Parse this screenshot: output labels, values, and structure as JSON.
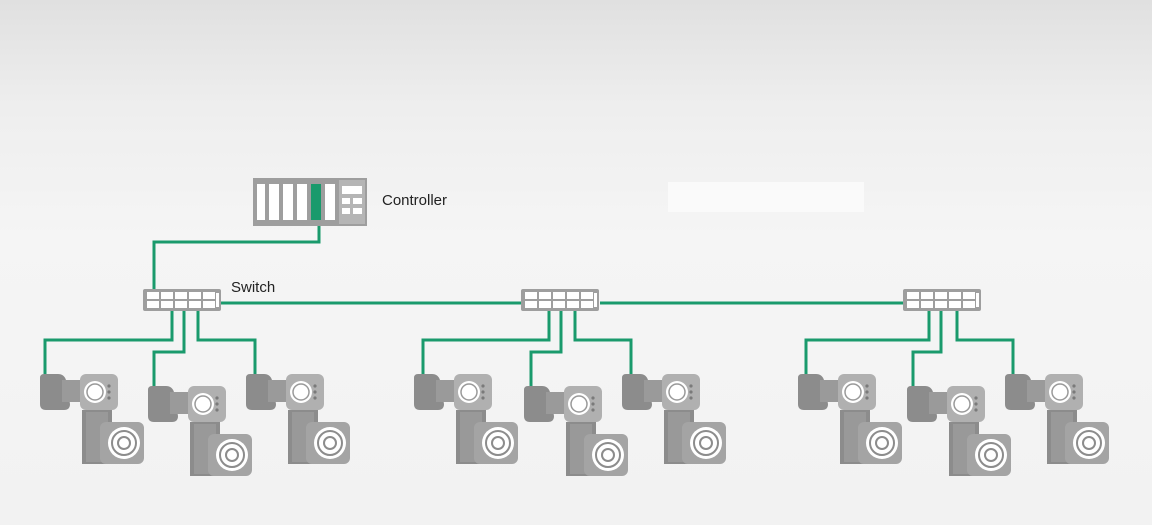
{
  "labels": {
    "controller": "Controller",
    "switch": "Switch"
  },
  "colors": {
    "link": "#1a9a6c",
    "device": "#8c8c8c",
    "device_light": "#b5b5b5",
    "switch_body": "#9e9e9e",
    "controller_accent": "#1a9a6c"
  },
  "topology": {
    "controller_count": 1,
    "switch_count": 3,
    "robots_per_switch": 3,
    "icons": {
      "controller": "plc-controller-icon",
      "switch": "network-switch-icon",
      "robot": "robot-arm-icon"
    }
  }
}
